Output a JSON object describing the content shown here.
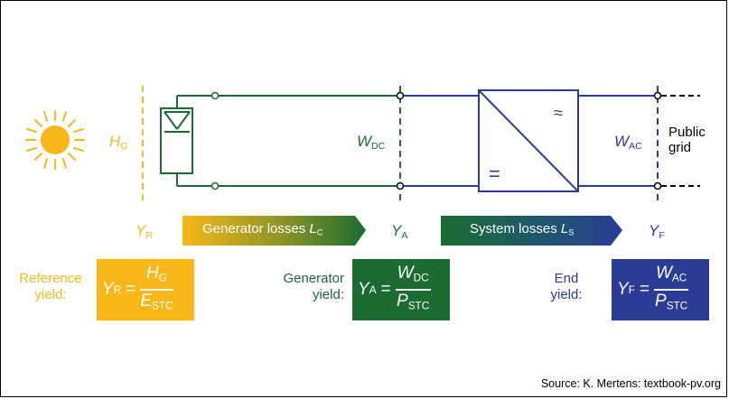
{
  "diagram": {
    "labels": {
      "hg": {
        "sym": "H",
        "sub": "G"
      },
      "wdc": {
        "sym": "W",
        "sub": "DC"
      },
      "wac": {
        "sym": "W",
        "sub": "AC"
      },
      "public_grid": [
        "Public",
        "grid"
      ],
      "yr": {
        "sym": "Y",
        "sub": "R"
      },
      "ya": {
        "sym": "Y",
        "sub": "A"
      },
      "yf": {
        "sym": "Y",
        "sub": "F"
      },
      "inverter_dc": "=",
      "inverter_ac": "≈"
    },
    "arrows": {
      "generator": {
        "text": "Generator losses ",
        "sym": "L",
        "sub": "C"
      },
      "system": {
        "text": "System losses ",
        "sym": "L",
        "sub": "S"
      }
    },
    "yields": {
      "reference": {
        "caption": [
          "Reference",
          "yield:"
        ],
        "lhs": {
          "sym": "Y",
          "sub": "R"
        },
        "num": {
          "sym": "H",
          "sub": "G"
        },
        "den": {
          "sym": "E",
          "sub": "STC"
        },
        "color": "#f7b718"
      },
      "generator": {
        "caption": [
          "Generator",
          "yield:"
        ],
        "lhs": {
          "sym": "Y",
          "sub": "A"
        },
        "num": {
          "sym": "W",
          "sub": "DC"
        },
        "den": {
          "sym": "P",
          "sub": "STC"
        },
        "color": "#1b6b32"
      },
      "end": {
        "caption": [
          "End",
          "yield:"
        ],
        "lhs": {
          "sym": "Y",
          "sub": "F"
        },
        "num": {
          "sym": "W",
          "sub": "AC"
        },
        "den": {
          "sym": "P",
          "sub": "STC"
        },
        "color": "#2a3c96"
      }
    },
    "eq_sign": "=",
    "source": "Source: K. Mertens: textbook-pv.org",
    "colors": {
      "gold": "#f7b718",
      "green": "#1b6b32",
      "blue": "#2a3c96"
    }
  }
}
